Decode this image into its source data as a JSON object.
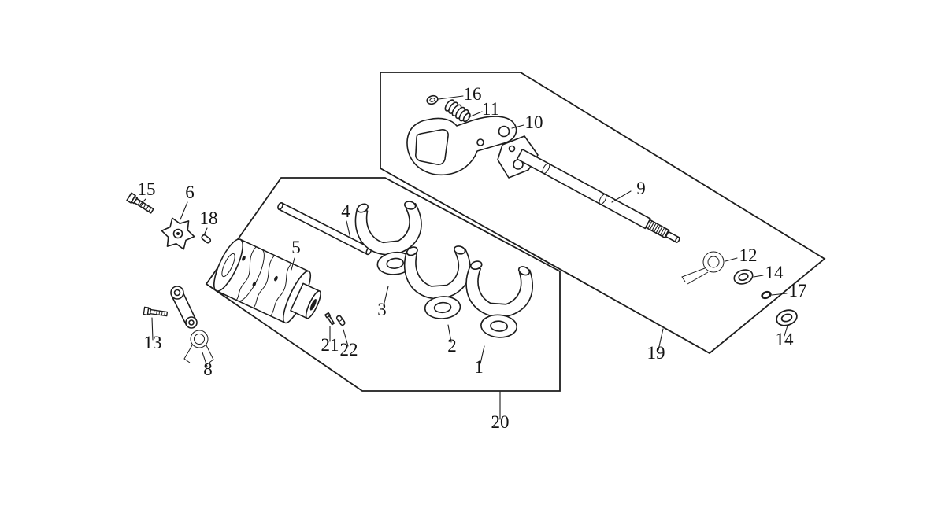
{
  "colors": {
    "background": "#ffffff",
    "line": "#1d1d1d",
    "text": "#121212"
  },
  "diagram": {
    "callouts": [
      "16",
      "11",
      "10",
      "9",
      "15",
      "6",
      "18",
      "4",
      "5",
      "3",
      "2",
      "1",
      "21",
      "22",
      "12",
      "14",
      "17",
      "14",
      "19",
      "13",
      "8",
      "20"
    ]
  }
}
